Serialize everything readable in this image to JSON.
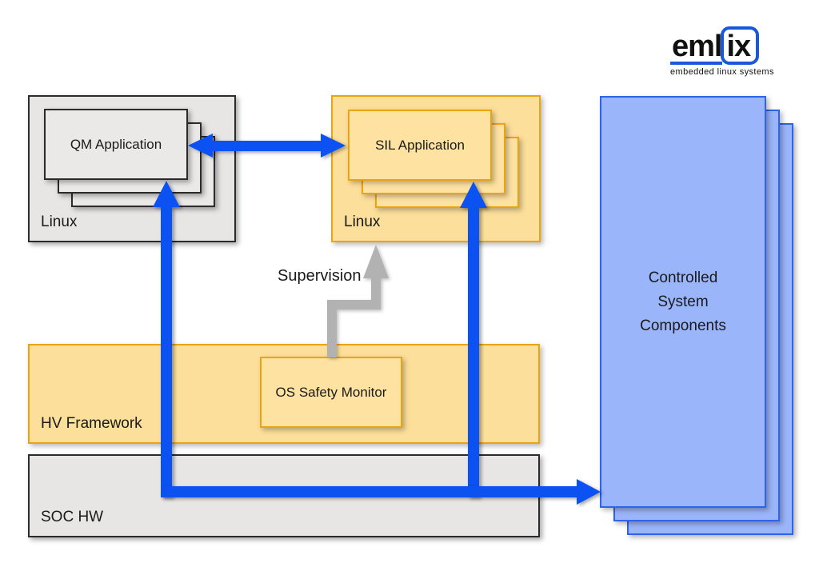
{
  "logo": {
    "em": "em",
    "l": "l",
    "ix": "ix",
    "tagline": "embedded linux systems",
    "accent_color": "#1958d8"
  },
  "diagram": {
    "qm": {
      "container_label": "Linux",
      "app_label": "QM Application"
    },
    "sil": {
      "container_label": "Linux",
      "app_label": "SIL Application"
    },
    "hv": {
      "label": "HV Framework",
      "monitor_label": "OS Safety Monitor"
    },
    "soc": {
      "label": "SOC HW"
    },
    "controlled": {
      "lines": [
        "Controlled",
        "System",
        "Components"
      ]
    },
    "supervision_label": "Supervision"
  },
  "colors": {
    "arrow_blue": "#0c51f1",
    "arrow_gray": "#b2b2b2",
    "yellow_fill": "#fcdf9a",
    "yellow_border": "#e9a511",
    "gray_fill": "#e7e6e5",
    "dark_border": "#2b2b2b",
    "blue_fill": "#9ab5fa",
    "blue_border": "#2e64e8",
    "text_color": "#1a1a1a"
  }
}
